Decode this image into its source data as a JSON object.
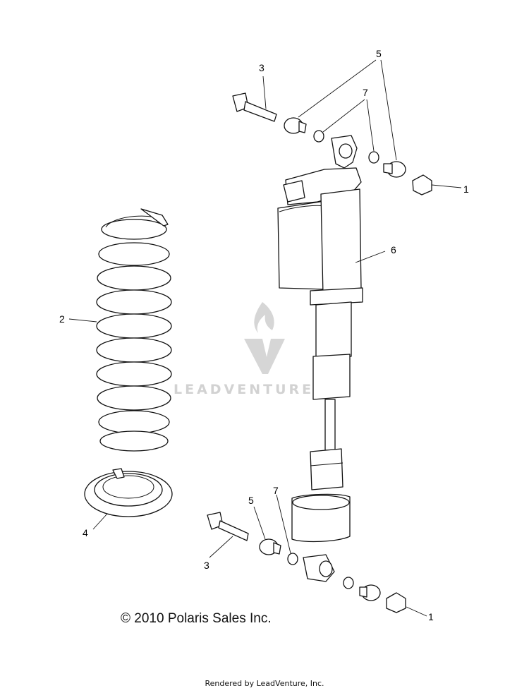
{
  "callouts": {
    "nut_top": "1",
    "nut_bottom": "1",
    "spring": "2",
    "bolt_top": "3",
    "bolt_bottom": "3",
    "spring_seat": "4",
    "bushing_top": "5",
    "bushing_bottom": "5",
    "shock": "6",
    "washer_top": "7",
    "washer_bottom": "7"
  },
  "watermark": "LEADVENTURE",
  "copyright": "© 2010 Polaris Sales Inc.",
  "footer": "Rendered by LeadVenture, Inc."
}
